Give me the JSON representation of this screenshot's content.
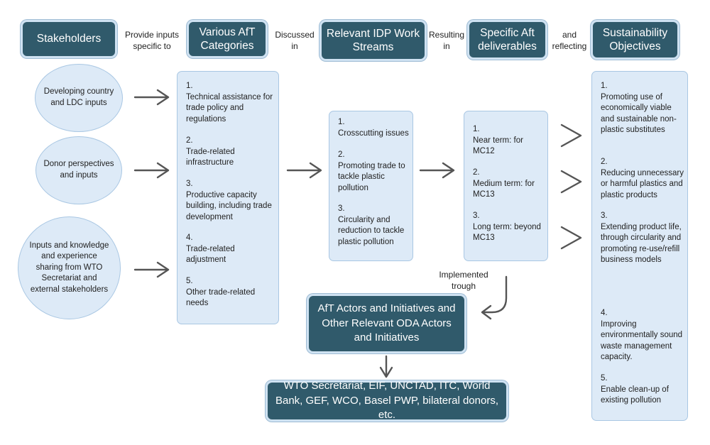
{
  "headers": {
    "stakeholders": "Stakeholders",
    "aft_categories": "Various AfT Categories",
    "idp_streams": "Relevant IDP Work Streams",
    "deliverables": "Specific Aft deliverables",
    "objectives": "Sustainability Objectives"
  },
  "connectors": {
    "provide_inputs": "Provide inputs specific to",
    "discussed_in": "Discussed in",
    "resulting_in": "Resulting in",
    "and_reflecting": "and reflecting",
    "implemented": "Implemented trough"
  },
  "stakeholders": [
    "Developing country and LDC inputs",
    "Donor perspectives and inputs",
    "Inputs and knowledge and experience sharing from WTO Secretariat and external stakeholders"
  ],
  "aft_categories": [
    "1.\nTechnical assistance for trade policy and regulations",
    "2.\nTrade-related infrastructure",
    "3.\nProductive capacity building, including trade development",
    "4.\nTrade-related adjustment",
    "5.\nOther trade-related needs"
  ],
  "idp_streams": [
    "1.\nCrosscutting issues",
    "2.\nPromoting trade to tackle plastic pollution",
    "3.\nCircularity and reduction to tackle plastic pollution"
  ],
  "deliverables": [
    "1.\nNear term: for MC12",
    "2.\nMedium term: for MC13",
    "3.\nLong term: beyond MC13"
  ],
  "objectives": [
    "1.\nPromoting use of economically viable and sustainable non-plastic substitutes",
    "2.\nReducing unnecessary or harmful plastics and plastic products",
    "3.\nExtending product life, through circularity and promoting re-use/refill business models",
    "4.\nImproving environmentally sound waste management capacity.",
    "5.\nEnable clean-up of existing pollution"
  ],
  "actors_box": "AfT Actors and Initiatives and Other Relevant ODA Actors and Initiatives",
  "orgs_box": "WTO Secretariat, EIF, UNCTAD, ITC, World Bank, GEF, WCO, Basel PWP, bilateral donors, etc.",
  "colors": {
    "header_fill": "#305a6b",
    "box_fill": "#ddeaf7",
    "box_border": "#a9c7e3",
    "arrow": "#555555"
  }
}
